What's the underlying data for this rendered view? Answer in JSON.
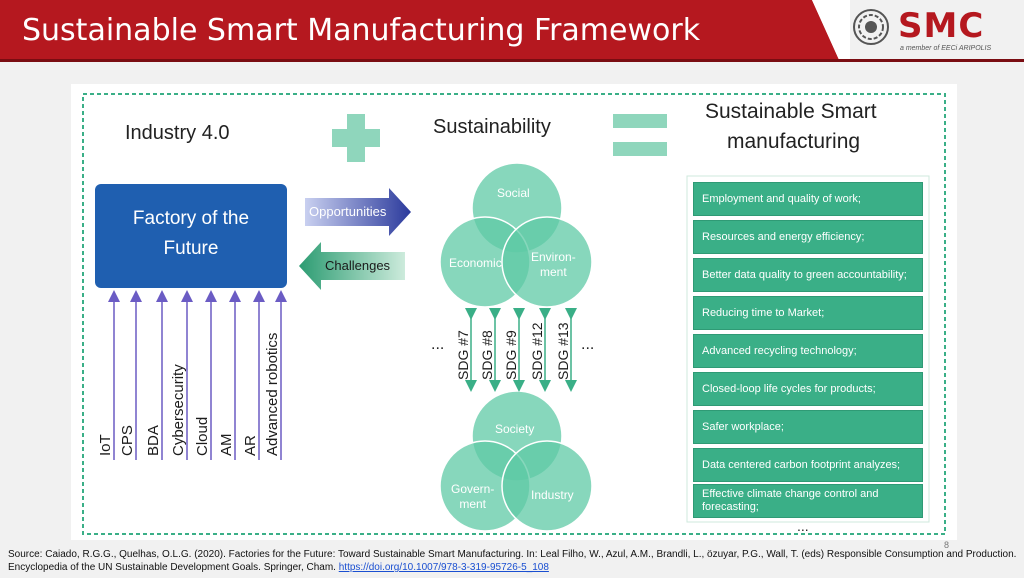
{
  "header": {
    "title": "Sustainable Smart Manufacturing Framework",
    "logo_text": "SMC",
    "logo_subtext": "a member of EECi ARIPOLIS"
  },
  "colors": {
    "banner": "#b5181f",
    "banner_dark": "#7a0d12",
    "box_blue": "#1f5fb0",
    "green": "#3aaf87",
    "light_green": "#9fe3cc"
  },
  "diagram": {
    "industry_title": "Industry 4.0",
    "sustainability_title": "Sustainability",
    "result_title_line1": "Sustainable Smart",
    "result_title_line2": "manufacturing",
    "factory_line1": "Factory of the",
    "factory_line2": "Future",
    "opportunities": "Opportunities",
    "challenges": "Challenges",
    "technologies": [
      "IoT",
      "CPS",
      "BDA",
      "Cybersecurity",
      "Cloud",
      "AM",
      "AR",
      "Advanced robotics"
    ],
    "top_circles": {
      "social": "Social",
      "economic": "Economic",
      "environment": "Environ-\nment"
    },
    "bottom_circles": {
      "society": "Society",
      "government": "Govern-\nment",
      "industry": "Industry"
    },
    "sdgs": [
      "SDG #7",
      "SDG #8",
      "SDG #9",
      "SDG #12",
      "SDG #13"
    ],
    "ellipsis_left": "...",
    "ellipsis_right": "...",
    "outcomes": [
      "Employment and quality of work;",
      "Resources and energy efficiency;",
      "Better data quality to green accountability;",
      "Reducing time to Market;",
      "Advanced recycling technology;",
      "Closed-loop life cycles for products;",
      "Safer workplace;",
      "Data centered carbon footprint analyzes;",
      "Effective climate change control and forecasting;"
    ],
    "outcomes_ellipsis": "..."
  },
  "page_number": "8",
  "source": {
    "text": "Source: Caiado, R.G.G., Quelhas, O.L.G. (2020). Factories for the Future: Toward Sustainable Smart Manufacturing. In: Leal Filho, W., Azul, A.M., Brandli, L., özuyar, P.G., Wall, T. (eds) Responsible Consumption and Production. Encyclopedia of the UN Sustainable Development Goals. Springer, Cham. ",
    "link": "https://doi.org/10.1007/978-3-319-95726-5_108"
  }
}
